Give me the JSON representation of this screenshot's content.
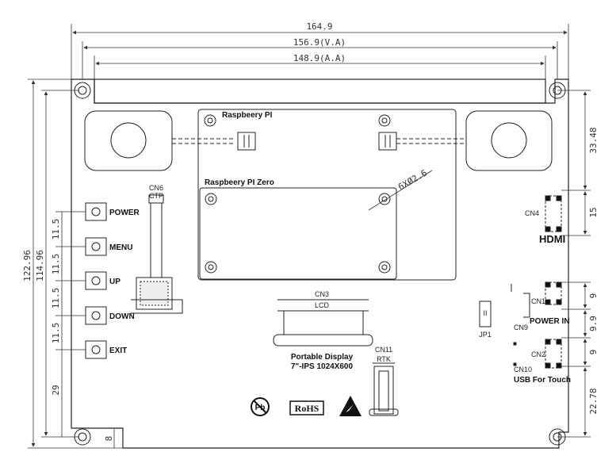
{
  "dimensions": {
    "top_total": "164.9",
    "top_va": "156.9(V.A)",
    "top_aa": "148.9(A.A)",
    "left_outer": "122.96",
    "left_inner": "114.96",
    "btn_spacing_1": "11.5",
    "btn_spacing_2": "11.5",
    "btn_spacing_3": "11.5",
    "btn_spacing_4": "11.5",
    "left_bottom": "29",
    "bottom_small": "8",
    "right_top": "33.48",
    "right_hdmi": "15",
    "right_power": "9",
    "right_gap": "9.9",
    "right_usb": "9",
    "right_bottom": "22.78",
    "hole_spec": "6XØ2.6"
  },
  "labels": {
    "raspberry_pi": "Raspbeery PI",
    "raspberry_pi_zero": "Raspbeery PI Zero",
    "cn6": "CN6",
    "ctp": "CTP",
    "cn3": "CN3",
    "lcd": "LCD",
    "cn4": "CN4",
    "hdmi": "HDMI",
    "cn1": "CN1",
    "power_in": "POWER IN",
    "cn9": "CN9",
    "cn2": "CN2",
    "usb_touch": "USB For Touch",
    "cn10": "CN10",
    "cn11": "CN11",
    "rtk": "RTK",
    "jp1": "JP1",
    "jp1_pins": "II",
    "product_line1": "Portable Display",
    "product_line2": "7\"-IPS 1024X600",
    "rohs": "RoHS"
  },
  "buttons": [
    "POWER",
    "MENU",
    "UP",
    "DOWN",
    "EXIT"
  ]
}
